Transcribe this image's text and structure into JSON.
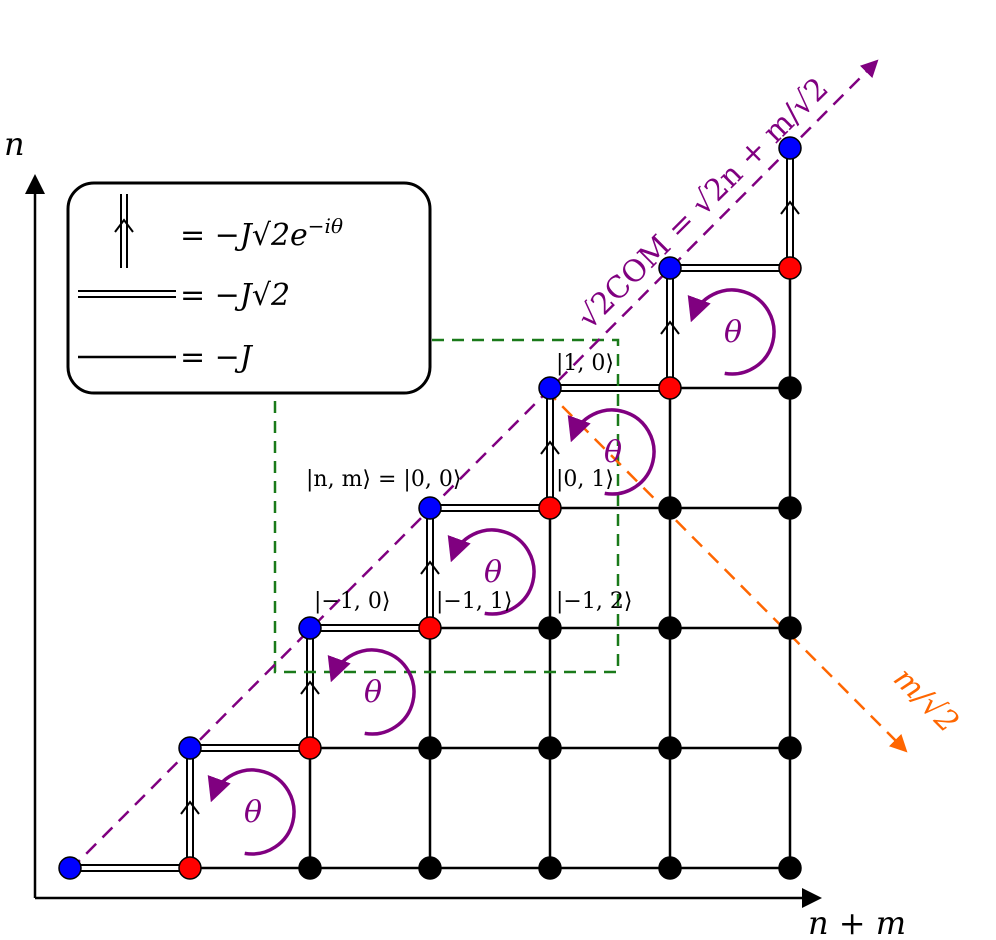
{
  "axes": {
    "y_label": "n",
    "x_label": "n + m"
  },
  "legend": {
    "hop_phase_label": "= −J√2e",
    "hop_phase_exponent": "−iθ",
    "hop_double_label": "= −J√2",
    "hop_single_label": "= −J"
  },
  "kets": {
    "origin": "|n, m⟩ = |0, 0⟩",
    "one_zero": "|1, 0⟩",
    "zero_one": "|0, 1⟩",
    "minus_one_zero": "|−1, 0⟩",
    "minus_one_one": "|−1, 1⟩",
    "minus_one_two": "|−1, 2⟩"
  },
  "flux_symbol": "θ",
  "diagonal_labels": {
    "com_axis": "√2COM = √2n + m/√2",
    "relative_axis": "m/√2"
  },
  "colors": {
    "site_blue": "#0000ff",
    "site_red": "#ff0000",
    "site_black": "#000000",
    "flux_purple": "#800080",
    "com_axis_purple": "#800080",
    "relative_axis_orange": "#ff6600",
    "box_green": "#1a7a1a"
  },
  "lattice": {
    "columns": 7,
    "rows": 7,
    "description_of_sites": "blue = diagonal sites, red = first off-diagonal, black = bulk"
  }
}
